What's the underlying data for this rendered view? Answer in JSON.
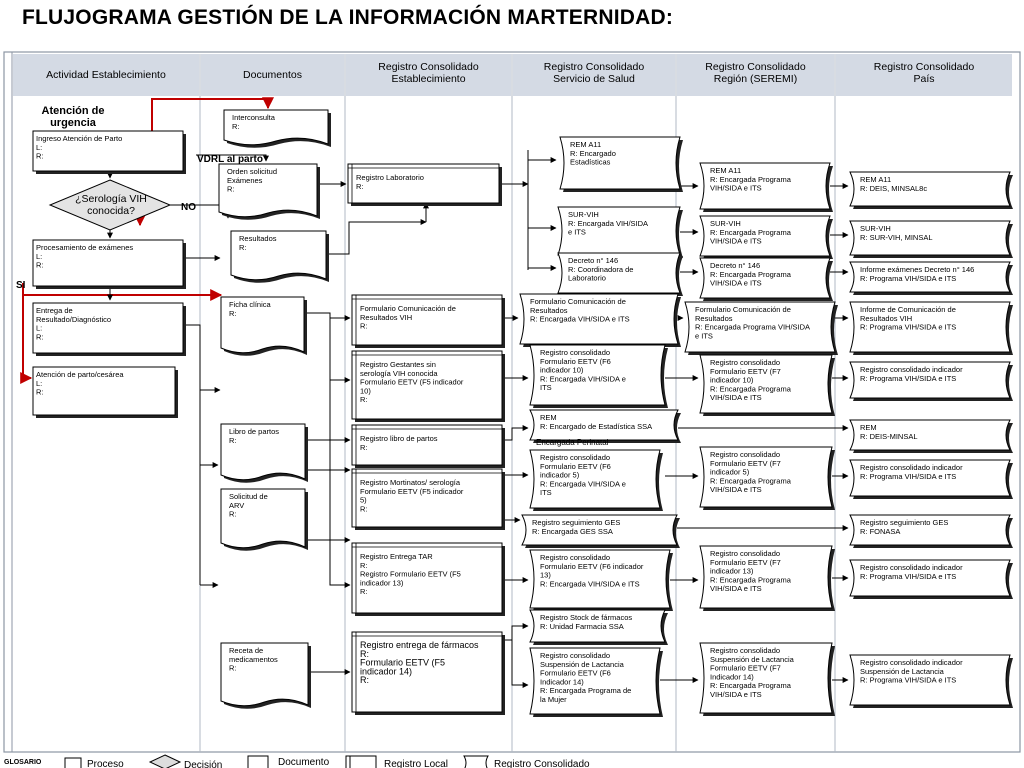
{
  "title": "FLUJOGRAMA GESTIÓN DE LA INFORMACIÓN MARTERNIDAD:",
  "columns": [
    {
      "lines": [
        "Actividad Establecimiento"
      ]
    },
    {
      "lines": [
        "Documentos"
      ]
    },
    {
      "lines": [
        "Registro Consolidado",
        "Establecimiento"
      ]
    },
    {
      "lines": [
        "Registro Consolidado",
        "Servicio de Salud"
      ]
    },
    {
      "lines": [
        "Registro Consolidado",
        "Región (SEREMI)"
      ]
    },
    {
      "lines": [
        "Registro Consolidado",
        "País"
      ]
    }
  ],
  "flow_labels": {
    "atencion_urgencia": [
      "Atención de",
      "urgencia"
    ],
    "vdrl": "VDRL al parto",
    "no": "NO",
    "si": "SI",
    "encargada_perinatal": "Encargada Perinatal"
  },
  "decision": [
    "¿Serología VIH",
    "conocida?"
  ],
  "activities": [
    {
      "id": "ingreso",
      "lines": [
        "Ingreso Atención de Parto",
        "L:",
        "R:"
      ]
    },
    {
      "id": "procesamiento",
      "lines": [
        "Procesamiento de exámenes",
        "L:",
        "R:"
      ]
    },
    {
      "id": "entrega",
      "lines": [
        "Entrega de",
        "Resultado/Diagnóstico",
        "L:",
        "R:"
      ]
    },
    {
      "id": "atencion",
      "lines": [
        "Atención de parto/cesárea",
        "L:",
        "R:"
      ]
    }
  ],
  "documents": [
    {
      "id": "interconsulta",
      "lines": [
        "Interconsulta",
        "R:"
      ]
    },
    {
      "id": "orden",
      "lines": [
        "Orden solicitud",
        "Exámenes",
        "R:"
      ]
    },
    {
      "id": "resultados",
      "lines": [
        "Resultados",
        "R:"
      ]
    },
    {
      "id": "ficha",
      "lines": [
        "Ficha clínica",
        "R:"
      ]
    },
    {
      "id": "libro",
      "lines": [
        "Libro de partos",
        "R:"
      ]
    },
    {
      "id": "solicitud",
      "lines": [
        "Solicitud de",
        "ARV",
        "R:"
      ]
    },
    {
      "id": "receta",
      "lines": [
        "Receta de",
        "medicamentos",
        "R:"
      ]
    }
  ],
  "establecimiento": [
    {
      "id": "lab",
      "lines": [
        "Registro Laboratorio",
        "R:"
      ]
    },
    {
      "id": "formcom",
      "lines": [
        "Formulario Comunicación de",
        "Resultados VIH",
        "R:"
      ]
    },
    {
      "id": "gestantes",
      "lines": [
        "Registro Gestantes sin",
        "serología VIH conocida",
        "Formulario EETV (F5 indicador",
        "10)",
        "R:"
      ]
    },
    {
      "id": "libropartos",
      "lines": [
        "Registro libro de partos",
        "R:"
      ]
    },
    {
      "id": "mortinatos",
      "lines": [
        "Registro Mortinatos/ serología",
        "Formulario EETV (F5 indicador",
        "5)",
        "R:"
      ]
    },
    {
      "id": "tar",
      "lines": [
        "Registro Entrega TAR",
        "R:",
        "Registro Formulario EETV (F5",
        "indicador 13)",
        "R:"
      ]
    },
    {
      "id": "farmacos",
      "lines": [
        "Registro entrega de fármacos",
        "R:",
        "Formulario EETV (F5",
        "indicador 14)",
        "R:"
      ]
    }
  ],
  "servicio": [
    {
      "id": "rem",
      "lines": [
        "REM A11",
        "R: Encargado",
        "Estadísticas"
      ]
    },
    {
      "id": "survih",
      "lines": [
        "SUR-VIH",
        "R: Encargada VIH/SIDA",
        "e ITS"
      ]
    },
    {
      "id": "decreto",
      "lines": [
        "Decreto n° 146",
        "R: Coordinadora de",
        "Laboratorio"
      ]
    },
    {
      "id": "formcom",
      "lines": [
        "Formulario Comunicación de",
        "Resultados",
        "R: Encargada VIH/SIDA e ITS"
      ]
    },
    {
      "id": "f6i10",
      "lines": [
        "Registro consolidado",
        "Formulario EETV (F6",
        "indicador 10)",
        "R:  Encargada VIH/SIDA e",
        "ITS"
      ]
    },
    {
      "id": "remssa",
      "lines": [
        "REM",
        "R: Encargado de Estadística SSA"
      ]
    },
    {
      "id": "f6i5",
      "lines": [
        "Registro consolidado",
        "Formulario EETV (F6",
        "indicador 5)",
        "R:  Encargada VIH/SIDA e",
        "ITS"
      ]
    },
    {
      "id": "ges",
      "lines": [
        "Registro  seguimiento GES",
        "R: Encargada GES SSA"
      ]
    },
    {
      "id": "f6i13",
      "lines": [
        "Registro consolidado",
        "Formulario EETV (F6 indicador",
        "13)",
        "R:  Encargada VIH/SIDA e ITS"
      ]
    },
    {
      "id": "stock",
      "lines": [
        "Registro Stock de fármacos",
        "R: Unidad Farmacia SSA"
      ]
    },
    {
      "id": "lactancia",
      "lines": [
        "Registro consolidado",
        "Suspensión de Lactancia",
        "Formulario EETV (F6",
        "Indicador 14)",
        "R:  Encargada Programa de",
        "la Mujer"
      ]
    }
  ],
  "region": [
    {
      "id": "rem",
      "lines": [
        "REM A11",
        "R: Encargada Programa",
        "VIH/SIDA e ITS"
      ]
    },
    {
      "id": "survih",
      "lines": [
        "SUR-VIH",
        "R: Encargada Programa",
        "VIH/SIDA e ITS"
      ]
    },
    {
      "id": "decreto",
      "lines": [
        "Decreto n° 146",
        "R: Encargada Programa",
        "VIH/SIDA e ITS"
      ]
    },
    {
      "id": "formcom",
      "lines": [
        "Formulario Comunicación de",
        "Resultados",
        "R: Encargada Programa VIH/SIDA",
        "e ITS"
      ]
    },
    {
      "id": "f7i10",
      "lines": [
        "Registro consolidado",
        "Formulario EETV (F7",
        "indicador 10)",
        "R:  Encargada Programa",
        "VIH/SIDA e ITS"
      ]
    },
    {
      "id": "f7i5",
      "lines": [
        "Registro consolidado",
        "Formulario EETV (F7",
        "indicador 5)",
        "R:  Encargada Programa",
        "VIH/SIDA e ITS"
      ]
    },
    {
      "id": "f7i13",
      "lines": [
        "Registro consolidado",
        "Formulario EETV (F7",
        "indicador 13)",
        "R:  Encargada Programa",
        "VIH/SIDA e ITS"
      ]
    },
    {
      "id": "lactancia",
      "lines": [
        "Registro consolidado",
        "Suspensión de Lactancia",
        "Formulario EETV (F7",
        "Indicador 14)",
        "R:  Encargada Programa",
        "VIH/SIDA e ITS"
      ]
    }
  ],
  "pais": [
    {
      "id": "rem",
      "lines": [
        "REM A11",
        "R: DEIS, MINSAL8c"
      ]
    },
    {
      "id": "survih",
      "lines": [
        "SUR-VIH",
        "R: SUR-VIH, MINSAL"
      ]
    },
    {
      "id": "informe",
      "lines": [
        "Informe exámenes Decreto n° 146",
        "R: Programa VIH/SIDA e ITS"
      ]
    },
    {
      "id": "informecom",
      "lines": [
        "Informe de Comunicación de",
        "Resultados VIH",
        "R: Programa VIH/SIDA e ITS"
      ]
    },
    {
      "id": "ind1",
      "lines": [
        "Registro consolidado indicador",
        "R: Programa VIH/SIDA e ITS"
      ]
    },
    {
      "id": "rem2",
      "lines": [
        "REM",
        "R: DEIS-MINSAL"
      ]
    },
    {
      "id": "ind2",
      "lines": [
        "Registro consolidado indicador",
        "R: Programa VIH/SIDA e ITS"
      ]
    },
    {
      "id": "ges",
      "lines": [
        "Registro  seguimiento GES",
        "R: FONASA"
      ]
    },
    {
      "id": "ind3",
      "lines": [
        "Registro consolidado indicador",
        "R: Programa VIH/SIDA e ITS"
      ]
    },
    {
      "id": "lactancia",
      "lines": [
        "Registro consolidado indicador",
        "Suspensión de Lactancia",
        "R: Programa VIH/SIDA e ITS"
      ]
    }
  ],
  "glossary": {
    "label": "GLOSARIO",
    "items": [
      "Proceso",
      "Decisión",
      "Documento",
      "Registro Local",
      "Registro Consolidado"
    ]
  },
  "colors": {
    "arrow_red": "#c00000",
    "line": "#000000",
    "header_bg": "#d4dae4",
    "grid": "#b0b8c4"
  }
}
